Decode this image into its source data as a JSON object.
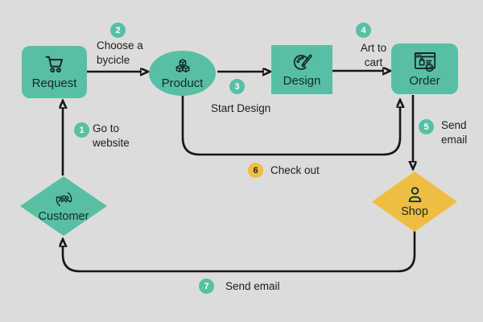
{
  "colors": {
    "teal": "#58BFA6",
    "yellow": "#F0BD43",
    "background": "#DCDDDA",
    "line": "#161616",
    "node_text": "#13292B",
    "step_text": "#1C1C1C",
    "badge_text": "#FFFFFF"
  },
  "nodes": {
    "request": {
      "label": "Request",
      "icon": "cart-icon"
    },
    "product": {
      "label": "Product",
      "icon": "cubes-icon"
    },
    "design": {
      "label": "Design",
      "icon": "palette-icon"
    },
    "order": {
      "label": "Order",
      "icon": "order-window-icon"
    },
    "customer": {
      "label": "Customer",
      "icon": "people-cycle-icon"
    },
    "shop": {
      "label": "Shop",
      "icon": "person-icon"
    }
  },
  "steps": [
    {
      "num": "1",
      "label": "Go to\nwebsite"
    },
    {
      "num": "2",
      "label": "Choose a\nbycicle"
    },
    {
      "num": "3",
      "label": "Start Design"
    },
    {
      "num": "4",
      "label": "Art to\ncart"
    },
    {
      "num": "5",
      "label": "Send\nemail"
    },
    {
      "num": "6",
      "label": "Check out"
    },
    {
      "num": "7",
      "label": "Send email"
    }
  ],
  "edges": [
    "customer-to-request",
    "request-to-product",
    "product-to-design",
    "design-to-order",
    "order-to-shop",
    "product-to-order-checkout",
    "shop-to-customer"
  ]
}
